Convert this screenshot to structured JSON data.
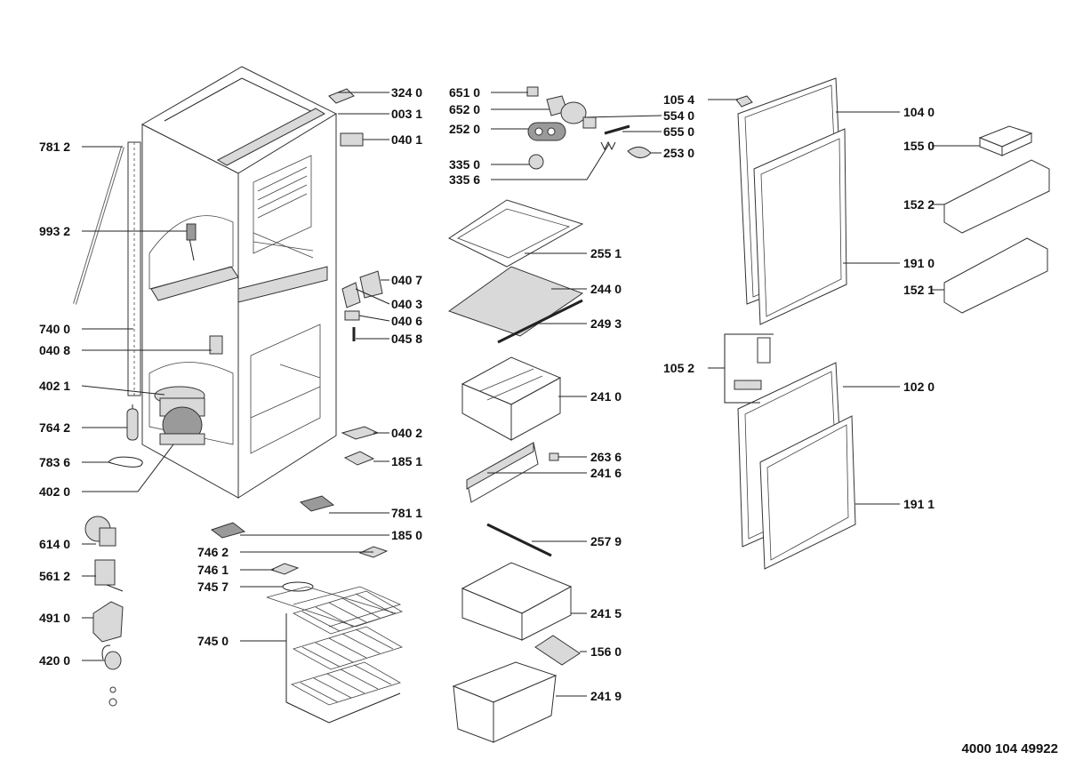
{
  "document_number": "4000 104 49922",
  "parts": [
    {
      "id": "p7812",
      "code": "781 2"
    },
    {
      "id": "p9932",
      "code": "993 2"
    },
    {
      "id": "p7400",
      "code": "740 0"
    },
    {
      "id": "p0408",
      "code": "040 8"
    },
    {
      "id": "p4021",
      "code": "402 1"
    },
    {
      "id": "p7642",
      "code": "764 2"
    },
    {
      "id": "p7836",
      "code": "783 6"
    },
    {
      "id": "p4020",
      "code": "402 0"
    },
    {
      "id": "p6140",
      "code": "614 0"
    },
    {
      "id": "p5612",
      "code": "561 2"
    },
    {
      "id": "p4910",
      "code": "491 0"
    },
    {
      "id": "p4200",
      "code": "420 0"
    },
    {
      "id": "p3240",
      "code": "324 0"
    },
    {
      "id": "p0031",
      "code": "003 1"
    },
    {
      "id": "p0401",
      "code": "040 1"
    },
    {
      "id": "p0407",
      "code": "040 7"
    },
    {
      "id": "p0403",
      "code": "040 3"
    },
    {
      "id": "p0406",
      "code": "040 6"
    },
    {
      "id": "p0458",
      "code": "045 8"
    },
    {
      "id": "p0402",
      "code": "040 2"
    },
    {
      "id": "p1851",
      "code": "185 1"
    },
    {
      "id": "p7811",
      "code": "781 1"
    },
    {
      "id": "p1850",
      "code": "185 0"
    },
    {
      "id": "p7462",
      "code": "746 2"
    },
    {
      "id": "p7461",
      "code": "746 1"
    },
    {
      "id": "p7457",
      "code": "745 7"
    },
    {
      "id": "p7450",
      "code": "745 0"
    },
    {
      "id": "p6510",
      "code": "651 0"
    },
    {
      "id": "p6520",
      "code": "652 0"
    },
    {
      "id": "p2520",
      "code": "252 0"
    },
    {
      "id": "p3350",
      "code": "335 0"
    },
    {
      "id": "p3356",
      "code": "335 6"
    },
    {
      "id": "p5540",
      "code": "554 0"
    },
    {
      "id": "p6550",
      "code": "655 0"
    },
    {
      "id": "p2530",
      "code": "253 0"
    },
    {
      "id": "p2551",
      "code": "255 1"
    },
    {
      "id": "p2440",
      "code": "244 0"
    },
    {
      "id": "p2493",
      "code": "249 3"
    },
    {
      "id": "p2410",
      "code": "241 0"
    },
    {
      "id": "p2636",
      "code": "263 6"
    },
    {
      "id": "p2416",
      "code": "241 6"
    },
    {
      "id": "p2579",
      "code": "257 9"
    },
    {
      "id": "p2415",
      "code": "241 5"
    },
    {
      "id": "p1560",
      "code": "156 0"
    },
    {
      "id": "p2419",
      "code": "241 9"
    },
    {
      "id": "p1054",
      "code": "105 4"
    },
    {
      "id": "p1040",
      "code": "104 0"
    },
    {
      "id": "p1550",
      "code": "155 0"
    },
    {
      "id": "p1522",
      "code": "152 2"
    },
    {
      "id": "p1910",
      "code": "191 0"
    },
    {
      "id": "p1521",
      "code": "152 1"
    },
    {
      "id": "p1052",
      "code": "105 2"
    },
    {
      "id": "p1020",
      "code": "102 0"
    },
    {
      "id": "p1911",
      "code": "191 1"
    }
  ]
}
